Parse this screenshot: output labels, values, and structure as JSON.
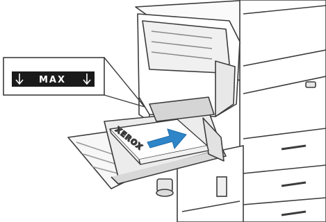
{
  "illustration": {
    "subject": "printer-bypass-tray-loading",
    "callout": {
      "label": "MAX",
      "icon_left": "arrow-down-icon",
      "icon_right": "arrow-down-icon"
    },
    "paper": {
      "brand": "XEROX"
    },
    "colors": {
      "accent": "#2e86c9",
      "line": "#3b3b3b",
      "callout_bg": "#1a1a1a"
    }
  }
}
